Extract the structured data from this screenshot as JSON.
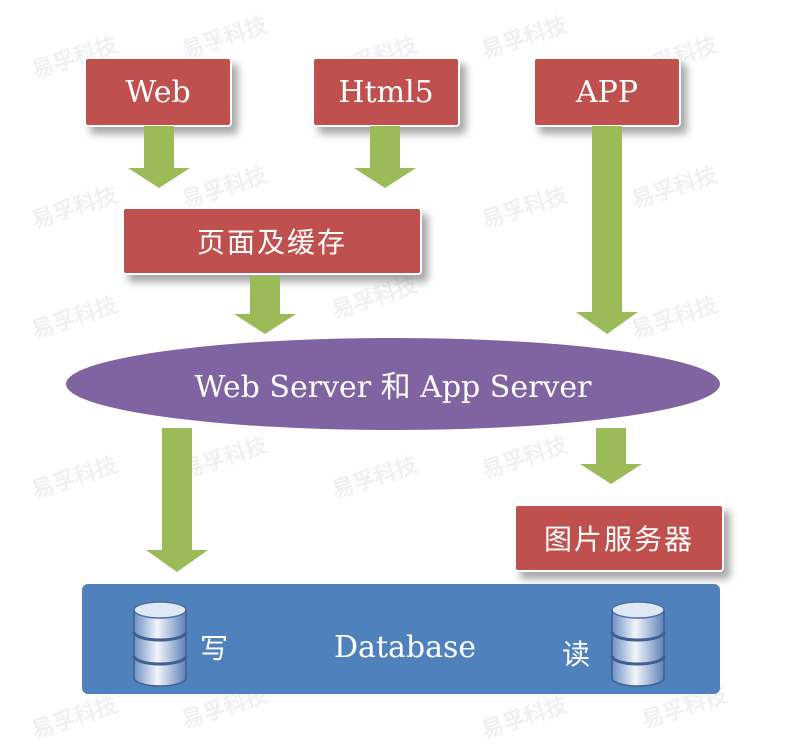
{
  "watermark": "易孚科技",
  "sources": {
    "web": "Web",
    "html5": "Html5",
    "app": "APP"
  },
  "cache": "页面及缓存",
  "server": "Web Server 和 App Server",
  "image_server": "图片服务器",
  "database": {
    "label": "Database",
    "write": "写",
    "read": "读"
  },
  "colors": {
    "box": "#c0504d",
    "arrow": "#9bbb59",
    "ellipse": "#8064a2",
    "database": "#4f81bd"
  }
}
